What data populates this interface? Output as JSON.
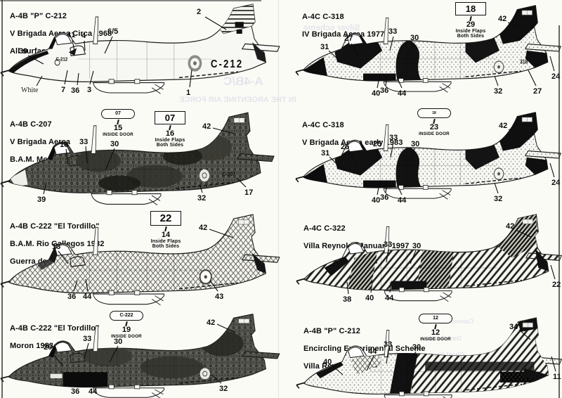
{
  "sheet": {
    "description_labels": {
      "white_nose_label": "White"
    }
  },
  "profiles": [
    {
      "title": "A-4B \"P\" C-212",
      "line2": "V Brigada Aerea Circa 1968",
      "line3": "All surface in Aluminium polish",
      "callouts": [
        "2",
        "41",
        "4",
        "6/5",
        "39",
        "7",
        "36",
        "3",
        "1"
      ],
      "code_large": "C-212",
      "code_small": "C-212"
    },
    {
      "title": "A-4B C-207",
      "line2": "V Brigada Aerea",
      "line3": "B.A.M. Moron  1973",
      "callouts": [
        "42",
        "18",
        "33",
        "30",
        "39",
        "32",
        "17"
      ],
      "code": "C-207",
      "inset_oval": {
        "value": "07",
        "num": "15",
        "caption": "INSIDE DOOR"
      },
      "inset_box": {
        "value": "07",
        "num": "16",
        "caption1": "Inside Flaps",
        "caption2": "Both Sides"
      }
    },
    {
      "title": "A-4B C-222 \"El Tordillo\"",
      "line2": "B.A.M. Rio Gallegos 1982",
      "line3": "Guerra de las Malvinas / Falklands War",
      "callouts": [
        "13",
        "42",
        "36",
        "44",
        "43"
      ],
      "inset_box": {
        "value": "22",
        "num": "14",
        "caption1": "Inside Flaps",
        "caption2": "Both Sides"
      }
    },
    {
      "title": "A-4B C-222 \"El Tordillo\"",
      "line2": "Moron 1983",
      "line3": "",
      "callouts": [
        "20",
        "33",
        "30",
        "42",
        "36",
        "44",
        "32"
      ],
      "inset_oval": {
        "value": "C-222",
        "num": "19",
        "caption": "INSIDE DOOR"
      }
    },
    {
      "title": "A-4C C-318",
      "line2": "IV Brigada Aerea 1977",
      "line3": "",
      "callouts": [
        "31",
        "27",
        "33",
        "30",
        "42",
        "40",
        "36",
        "44",
        "32",
        "27",
        "24"
      ],
      "code": "318",
      "inset_box": {
        "value": "18",
        "num": "29",
        "caption1": "Inside Flaps",
        "caption2": "Both Sides"
      }
    },
    {
      "title": "A-4C C-318",
      "line2": "V Brigada Aerea early 1983",
      "line3": "",
      "callouts": [
        "31",
        "26",
        "25",
        "33",
        "30",
        "42",
        "40",
        "36",
        "44",
        "32",
        "24"
      ],
      "inset_oval": {
        "value": "18",
        "num": "23",
        "caption": "INSIDE DOOR"
      }
    },
    {
      "title": "A-4C C-322",
      "line2": "Villa Reynolds January 1997",
      "line3": "",
      "callouts": [
        "33",
        "30",
        "42",
        "38",
        "40",
        "44",
        "22"
      ]
    },
    {
      "title": "A-4B \"P\" C-212",
      "line2": "Encircling Experimental Scheme",
      "line3": "Villa Reynolds 1988",
      "callouts": [
        "40",
        "44",
        "33",
        "30",
        "34",
        "11"
      ],
      "inset_oval": {
        "value": "12",
        "num": "12",
        "caption": "INSIDE DOOR"
      }
    }
  ],
  "ghost_bleedthrough": {
    "g1": "A-4B/C",
    "g2": "IN THE ARGENTINE AIR FORCE",
    "g3": "Silver scheme",
    "g4": "Camouflage Grey",
    "g5": "Dark Green",
    "g6": "Ghost Grey"
  },
  "colors": {
    "paper": "#fbfbf6",
    "ink": "#0b0b0b",
    "aluminium": "#f7f7f4"
  }
}
